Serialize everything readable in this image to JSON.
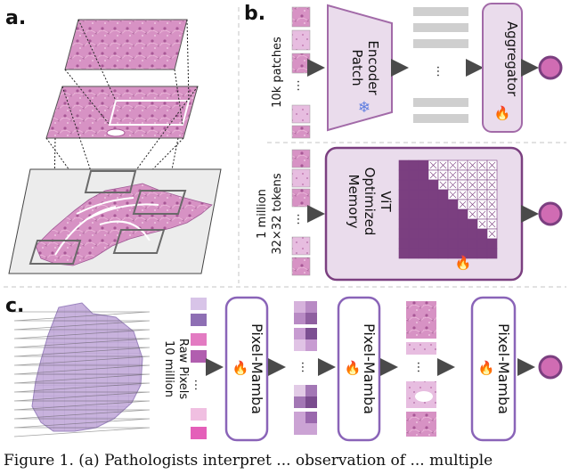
{
  "panels": {
    "a": {
      "label": "a."
    },
    "b": {
      "label": "b.",
      "top_row": {
        "side_text": "10k patches",
        "encoder_line1": "Patch",
        "encoder_line2": "Encoder",
        "frozen_icon": "snowflake-icon",
        "aggregator": "Aggregator",
        "ellipsis": "...",
        "trainable_icon": "flame-icon"
      },
      "bottom_row": {
        "side_line1": "1 million",
        "side_line2": "32×32 tokens",
        "vit_line1": "Memory",
        "vit_line2": "Optimized",
        "vit_line3": "ViT",
        "trainable_icon": "flame-icon"
      }
    },
    "c": {
      "label": "c.",
      "side_line1": "10 million",
      "side_line2": "Raw Pixels",
      "block_label": "Pixel-Mamba",
      "blocks": [
        "Pixel-Mamba",
        "Pixel-Mamba",
        "Pixel-Mamba"
      ],
      "ellipsis": "...",
      "trainable_icon": "flame-icon"
    }
  },
  "caption": "Figure 1. (a) Pathologists interpret ... observation of ... multiple",
  "colors": {
    "purple_dark": "#7b3f80",
    "purple_mid": "#a26aa8",
    "purple_light": "#eadcec",
    "output_node": "#d06cb3",
    "token_gray": "#cfcfcf",
    "arrow": "#4a4a4a",
    "divider": "#c4c4c4",
    "flame": "#e2512b",
    "snowflake": "#5e7de0"
  }
}
